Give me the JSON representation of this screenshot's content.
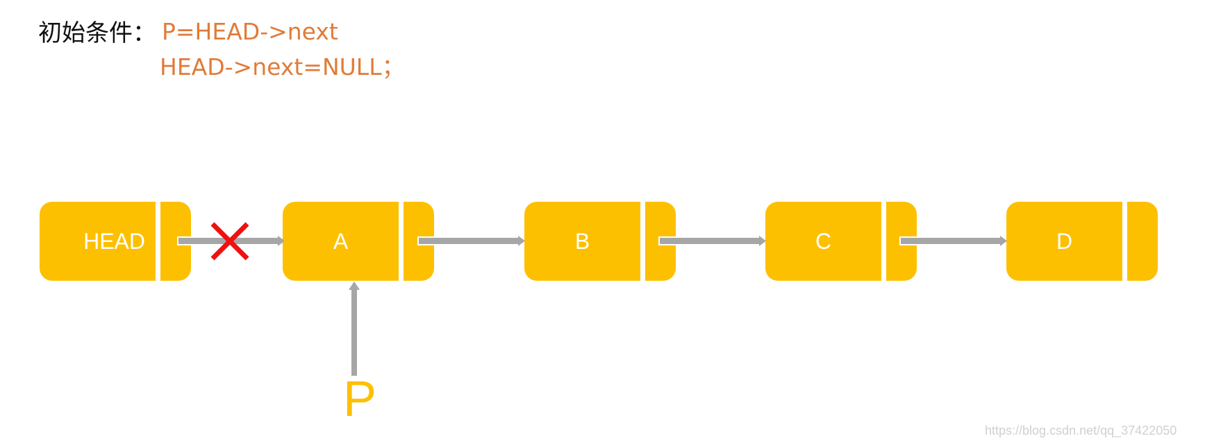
{
  "condition": {
    "label": "初始条件：",
    "line1": "P=HEAD->next",
    "line2": "HEAD->next=NULL；"
  },
  "nodes": [
    {
      "name": "HEAD"
    },
    {
      "name": "A"
    },
    {
      "name": "B"
    },
    {
      "name": "C"
    },
    {
      "name": "D"
    }
  ],
  "pointer": {
    "label": "P"
  },
  "watermark": "https://blog.csdn.net/qq_37422050",
  "colors": {
    "node_fill": "#FDC000",
    "arrow": "#A6A6A6",
    "condition_text": "#E07B39",
    "cross": "#EE1111"
  }
}
